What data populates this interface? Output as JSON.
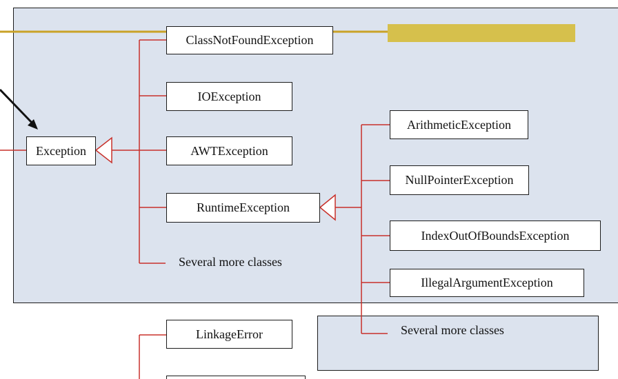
{
  "nodes": {
    "exception": "Exception",
    "class_not_found": "ClassNotFoundException",
    "io": "IOException",
    "awt": "AWTException",
    "runtime": "RuntimeException",
    "several_left": "Several more classes",
    "arithmetic": "ArithmeticException",
    "null_pointer": "NullPointerException",
    "index_out_of_bounds": "IndexOutOfBoundsException",
    "illegal_argument": "IllegalArgumentException",
    "several_right": "Several more classes",
    "linkage_error": "LinkageError"
  },
  "colors": {
    "panel": "#dce3ee",
    "connector": "#c8302a",
    "highlight_line": "#c9a227",
    "highlight_bar": "#d6c04c"
  }
}
